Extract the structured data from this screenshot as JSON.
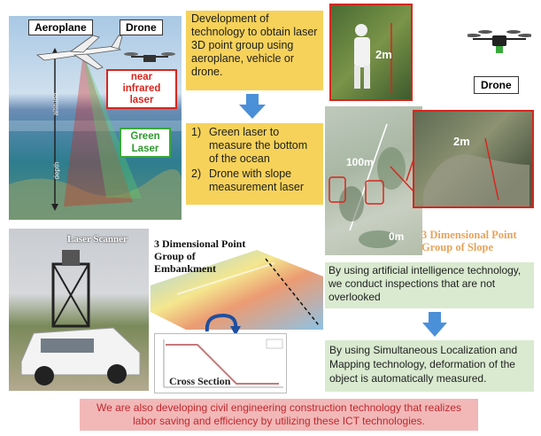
{
  "top_left": {
    "aeroplane_label": "Aeroplane",
    "drone_label": "Drone",
    "nir_label": "near infrared laser",
    "green_label": "Green Laser",
    "altitude_label": "altitude",
    "depth_label": "depth"
  },
  "dev_text": "Development of technology to obtain laser 3D point group using aeroplane, vehicle or drone.",
  "list": [
    {
      "num": "1)",
      "text": "Green laser to measure the bottom of the ocean"
    },
    {
      "num": "2)",
      "text": "Drone with slope measurement laser"
    }
  ],
  "slope": {
    "two_m_top": "2m",
    "two_m_mid": "2m",
    "hundred_m": "100m",
    "zero_m": "0m",
    "title": "3 Dimensional Point Group of Slope",
    "drone_label": "Drone"
  },
  "embankment": {
    "laser_scanner": "Laser Scanner",
    "title": "3 Dimensional Point Group of Embankment",
    "cross_section": "Cross Section"
  },
  "ai_text": "By using artificial intelligence technology, we conduct inspections that are not overlooked",
  "slam_text": "By using Simultaneous Localization and Mapping technology, deformation of the object is automatically measured.",
  "bottom_text": "We are also developing civil engineering construction technology that realizes labor saving and efficiency by utilizing these ICT technologies.",
  "colors": {
    "yellow": "#f6d25a",
    "green_box": "#d9ead0",
    "pink": "#f2b8b8",
    "arrow": "#4a90d9",
    "red": "#d7261e"
  }
}
